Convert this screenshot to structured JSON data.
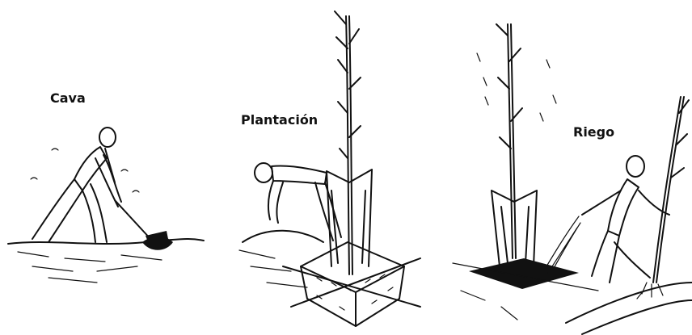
{
  "panels": [
    {
      "label": "Cava"
    },
    {
      "label": "Plantación"
    },
    {
      "label": "Riego"
    }
  ]
}
